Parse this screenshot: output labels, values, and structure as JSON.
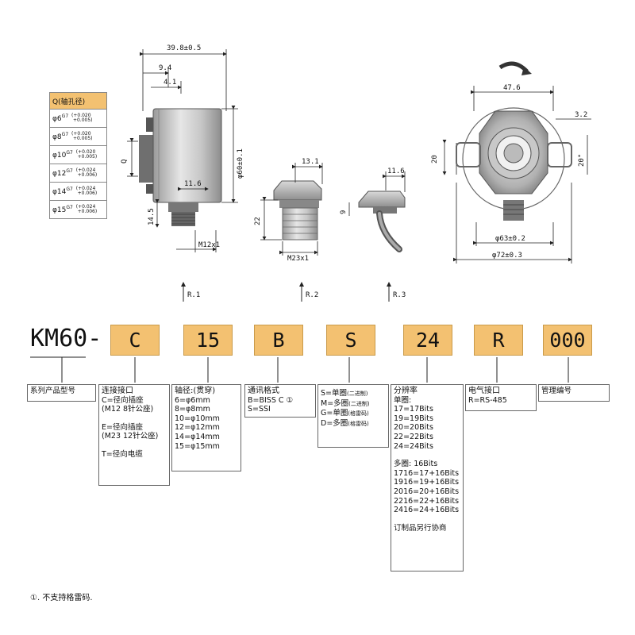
{
  "q_table": {
    "header": "Q(轴孔径)",
    "rows": [
      {
        "base": "φ6",
        "fit": "G7",
        "tol_upper": "+0.020",
        "tol_lower": "+0.005"
      },
      {
        "base": "φ8",
        "fit": "G7",
        "tol_upper": "+0.020",
        "tol_lower": "+0.005"
      },
      {
        "base": "φ10",
        "fit": "G7",
        "tol_upper": "+0.020",
        "tol_lower": "+0.005"
      },
      {
        "base": "φ12",
        "fit": "G7",
        "tol_upper": "+0.024",
        "tol_lower": "+0.006"
      },
      {
        "base": "φ14",
        "fit": "G7",
        "tol_upper": "+0.024",
        "tol_lower": "+0.006"
      },
      {
        "base": "φ15",
        "fit": "G7",
        "tol_upper": "+0.024",
        "tol_lower": "+0.006"
      }
    ]
  },
  "side_view": {
    "dim_total": "39.8±0.5",
    "dim_94": "9.4",
    "dim_41": "4.1",
    "dim_diameter": "φ60±0.1",
    "dim_q": "Q",
    "dim_116": "11.6",
    "dim_145": "14.5",
    "dim_connector": "M12x1"
  },
  "connector_m23": {
    "dim_width": "13.1",
    "dim_height": "22",
    "dim_thread": "M23x1"
  },
  "connector_cable": {
    "dim_width": "11.6",
    "dim_height": "9"
  },
  "front_view": {
    "dim_width": "47.6",
    "dim_32": "3.2",
    "dim_20": "20",
    "dim_angle": "20°",
    "dim_63": "φ63±0.2",
    "dim_72": "φ72±0.3"
  },
  "r_labels": [
    "R.1",
    "R.2",
    "R.3"
  ],
  "model": {
    "prefix": "KM60-",
    "codes": [
      "C",
      "15",
      "B",
      "S",
      "24",
      "R",
      "000"
    ]
  },
  "descriptions": {
    "series": "系列产品型号",
    "connection": {
      "title": "连接接口",
      "lines": [
        "C=径向插座",
        " (M12 8针公座)",
        "",
        "E=径向插座",
        " (M23 12针公座)",
        "",
        "T=径向电缆"
      ]
    },
    "shaft": {
      "title": "轴径:(贯穿)",
      "lines": [
        "6=φ6mm",
        "8=φ8mm",
        "10=φ10mm",
        "12=φ12mm",
        "14=φ14mm",
        "15=φ15mm"
      ]
    },
    "comm": {
      "title": "通讯格式",
      "lines": [
        "B=BISS C ①",
        "S=SSI"
      ]
    },
    "turns": {
      "lines": [
        {
          "main": "S=单圈",
          "note": "(二进制)"
        },
        {
          "main": "M=多圈",
          "note": "(二进制)"
        },
        {
          "main": "G=单圈",
          "note": "(格雷码)"
        },
        {
          "main": "D=多圈",
          "note": "(格雷码)"
        }
      ]
    },
    "resolution": {
      "title": "分辨率",
      "single_title": "单圈:",
      "single": [
        "17=17Bits",
        "19=19Bits",
        "20=20Bits",
        "22=22Bits",
        "24=24Bits"
      ],
      "multi_title": "多圈: 16Bits",
      "multi": [
        "1716=17+16Bits",
        "1916=19+16Bits",
        "2016=20+16Bits",
        "2216=22+16Bits",
        "2416=24+16Bits"
      ],
      "custom": "订制品另行协商"
    },
    "electrical": {
      "title": "电气接口",
      "lines": [
        "R=RS-485"
      ]
    },
    "management": {
      "title": "管理编号"
    }
  },
  "footnote": "①. 不支持格雷码."
}
